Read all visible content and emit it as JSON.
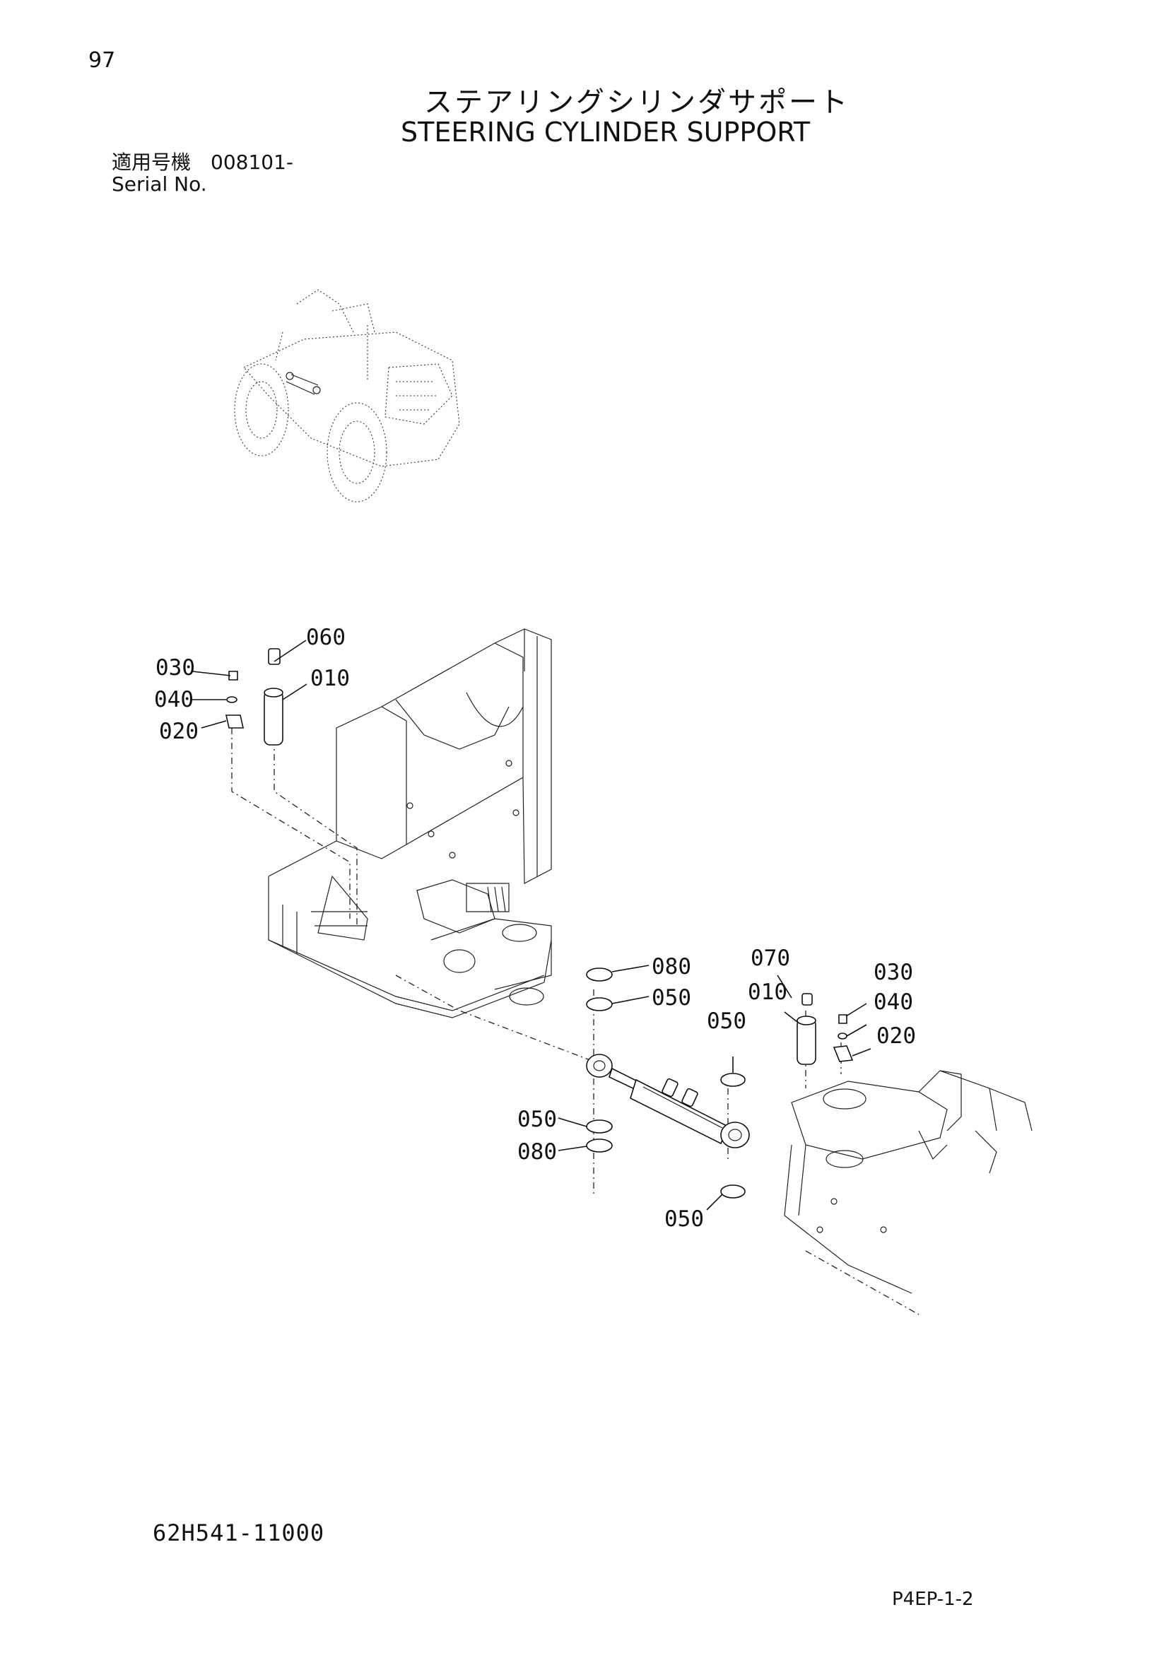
{
  "page_number": "97",
  "title_jp": "ステアリングシリンダサポート",
  "title_en": "STEERING CYLINDER SUPPORT",
  "serial_label_jp": "適用号機　008101-",
  "serial_label_en": "Serial No.",
  "drawing_code": "62H541-11000",
  "page_code": "P4EP-1-2",
  "callouts": {
    "c060": "060",
    "c030_left": "030",
    "c010_left": "010",
    "c040_left": "040",
    "c020_left": "020",
    "c080_top": "080",
    "c050_top": "050",
    "c070": "070",
    "c010_right": "010",
    "c030_right": "030",
    "c040_right": "040",
    "c050_mid": "050",
    "c020_right": "020",
    "c050_left": "050",
    "c080_left": "080",
    "c050_bottom": "050"
  }
}
